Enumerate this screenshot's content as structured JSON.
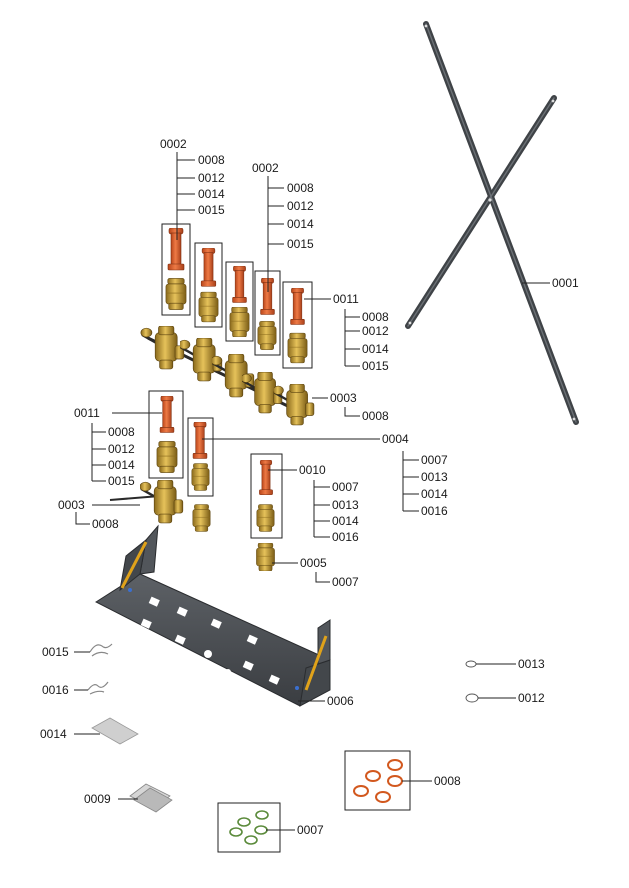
{
  "labels": {
    "p0001": "0001",
    "p0002": "0002",
    "p0003": "0003",
    "p0004": "0004",
    "p0005": "0005",
    "p0006": "0006",
    "p0007": "0007",
    "p0008": "0008",
    "p0009": "0009",
    "p0010": "0010",
    "p0011": "0011",
    "p0012": "0012",
    "p0013": "0013",
    "p0014": "0014",
    "p0015": "0015",
    "p0016": "0016"
  },
  "colors": {
    "pipe_orange": "#e0602a",
    "brass": "#c9a13a",
    "steel": "#4a4e52",
    "seal_orange": "#d2581e",
    "seal_green": "#5a8a3a"
  }
}
